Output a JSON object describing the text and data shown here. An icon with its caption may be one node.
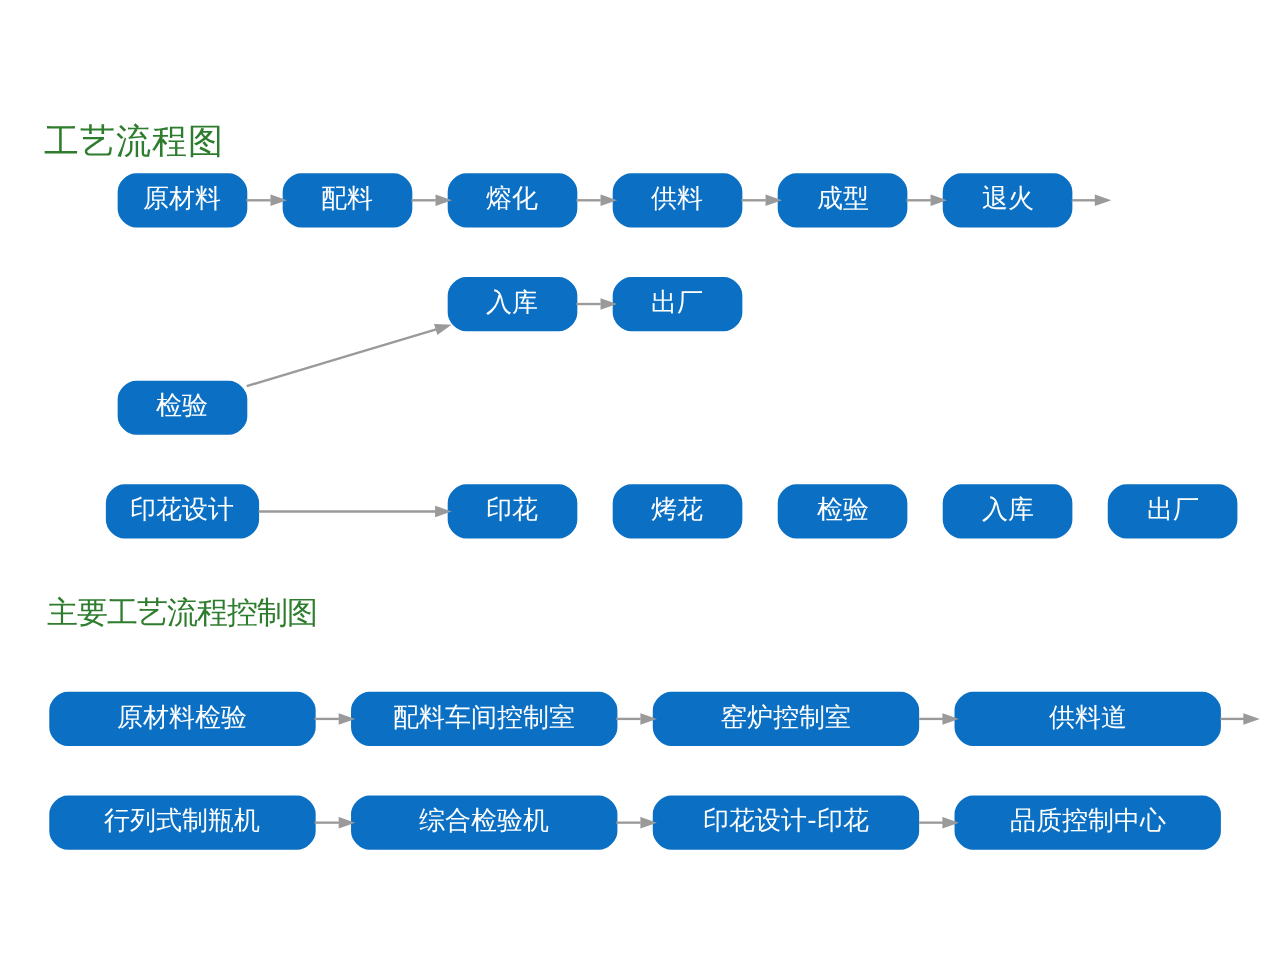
{
  "diagram": {
    "title": "工艺流程图",
    "nodes": [
      {
        "text": [
          "原材料"
        ]
      },
      {
        "text": [
          "配料"
        ]
      },
      {
        "text": [
          "熔化"
        ]
      },
      {
        "text": [
          "供料"
        ]
      },
      {
        "text": [
          "成型"
        ]
      },
      {
        "text": [
          "退火"
        ]
      },
      {
        "text": [
          "入库"
        ]
      },
      {
        "text": [
          "出厂"
        ]
      },
      {
        "text": [
          "检验"
        ]
      },
      {
        "text": [
          "印花设计"
        ]
      },
      {
        "text": [
          "印花"
        ]
      },
      {
        "text": [
          "烤花"
        ]
      },
      {
        "text": [
          "检验"
        ]
      },
      {
        "text": [
          "入库"
        ]
      },
      {
        "text": [
          "出厂"
        ]
      },
      {
        "text": [
          "原材料检验"
        ]
      },
      {
        "text": [
          "配料车间控制室"
        ]
      },
      {
        "text": [
          "窑炉控制室"
        ]
      },
      {
        "text": [
          "供料道"
        ]
      },
      {
        "text": [
          "行列式制瓶机"
        ]
      },
      {
        "text": [
          "综合检验机"
        ]
      },
      {
        "text": [
          "印花设计-印花"
        ]
      },
      {
        "text": [
          "品质控制中心"
        ]
      }
    ],
    "edges": [
      {
        "from": 0,
        "to": 1,
        "arrow": "to"
      },
      {
        "from": 1,
        "to": 2,
        "arrow": "to"
      },
      {
        "from": 2,
        "to": 3,
        "arrow": "to"
      },
      {
        "from": 3,
        "to": 4,
        "arrow": "to"
      },
      {
        "from": 4,
        "to": 5,
        "arrow": "to"
      },
      {
        "from": 5,
        "to": null,
        "arrow": "to"
      },
      {
        "from": 8,
        "to": 6,
        "arrow": "to"
      },
      {
        "from": 6,
        "to": 7,
        "arrow": "to"
      },
      {
        "from": 9,
        "to": 10,
        "arrow": "to"
      },
      {
        "from": 15,
        "to": 16,
        "arrow": "to"
      },
      {
        "from": 16,
        "to": 17,
        "arrow": "to"
      },
      {
        "from": 17,
        "to": 18,
        "arrow": "to"
      },
      {
        "from": 18,
        "to": null,
        "arrow": "to"
      },
      {
        "from": 19,
        "to": 20,
        "arrow": "to"
      },
      {
        "from": 20,
        "to": 21,
        "arrow": "to"
      },
      {
        "from": 21,
        "to": 22,
        "arrow": "to"
      }
    ],
    "labels": [
      "主要工艺流程控制图"
    ]
  }
}
